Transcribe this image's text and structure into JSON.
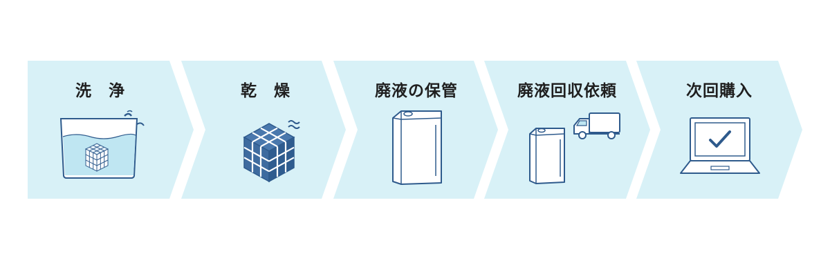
{
  "steps": [
    {
      "label": "洗　浄",
      "icon": "wash-basin-icon"
    },
    {
      "label": "乾　燥",
      "icon": "drying-cube-icon"
    },
    {
      "label": "廃液の保管",
      "icon": "canister-icon"
    },
    {
      "label": "廃液回収依頼",
      "icon": "canister-truck-icon"
    },
    {
      "label": "次回購入",
      "icon": "laptop-check-icon"
    }
  ],
  "colors": {
    "chevron_fill": "#d8f1f7",
    "icon_stroke": "#2e5a8c",
    "icon_fill": "#4a78ad",
    "text": "#1f1f1f"
  }
}
